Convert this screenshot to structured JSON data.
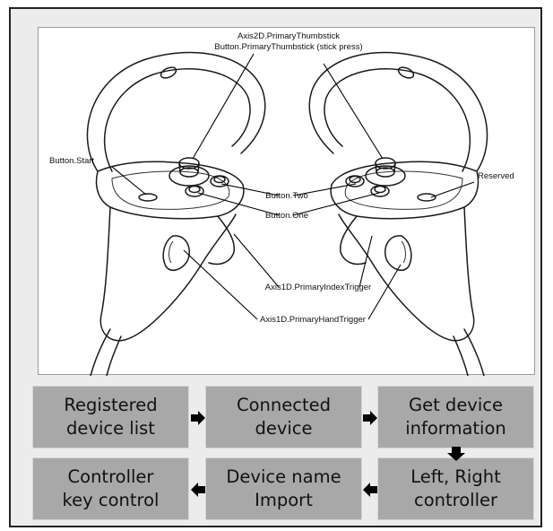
{
  "illustration": {
    "labels": {
      "thumbstick_axis": "Axis2D.PrimaryThumbstick",
      "thumbstick_button": "Button.PrimaryThumbstick (stick press)",
      "start": "Button.Start",
      "reserved": "Reserved",
      "two": "Button.Two",
      "one": "Button.One",
      "index_trigger": "Axis1D.PrimaryIndexTrigger",
      "hand_trigger": "Axis1D.PrimaryHandTrigger"
    }
  },
  "flowchart": {
    "steps": [
      {
        "id": "registered",
        "label": "Registered\ndevice list"
      },
      {
        "id": "connected",
        "label": "Connected\ndevice"
      },
      {
        "id": "get-info",
        "label": "Get device\ninformation"
      },
      {
        "id": "controller-key",
        "label": "Controller\nkey control"
      },
      {
        "id": "device-name",
        "label": "Device name\nImport"
      },
      {
        "id": "left-right",
        "label": "Left, Right\ncontroller"
      }
    ],
    "flow_order": [
      "registered",
      "connected",
      "get-info",
      "left-right",
      "device-name",
      "controller-key"
    ],
    "colors": {
      "box_fill": "#a8a8a8",
      "arrow": "#000000",
      "background": "#ececec"
    }
  }
}
